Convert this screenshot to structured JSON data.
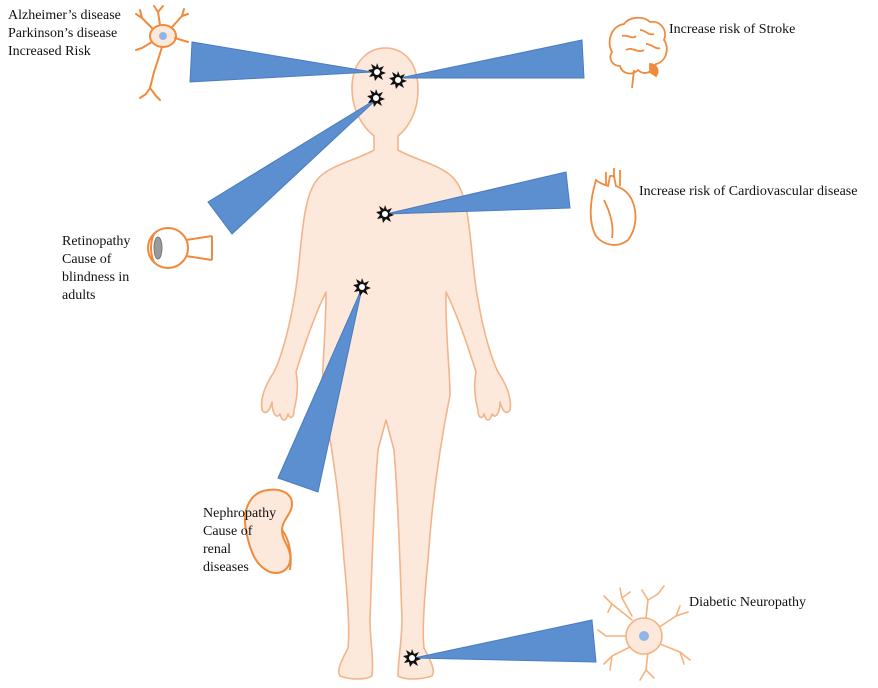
{
  "labels": {
    "neuro_brain": [
      "Alzheimer’s disease",
      "Parkinson’s disease",
      "Increased Risk"
    ],
    "stroke": "Increase risk of  Stroke",
    "cardio": "Increase risk of Cardiovascular disease",
    "retinopathy": [
      "Retinopathy",
      "Cause of",
      "blindness in",
      "adults"
    ],
    "nephropathy": [
      "Nephropathy",
      "Cause of",
      "renal",
      "diseases"
    ],
    "neuropathy": "Diabetic Neuropathy"
  },
  "colors": {
    "body_fill": "#fde9dc",
    "body_stroke": "#f2b48a",
    "beam": "#5b8fd0",
    "organ_orange": "#f08a3c",
    "marker": "#111111"
  },
  "icons": [
    "neuron-icon",
    "brain-icon",
    "eye-icon",
    "heart-icon",
    "kidney-icon",
    "nerve-cell-icon",
    "burst-marker-icon"
  ]
}
